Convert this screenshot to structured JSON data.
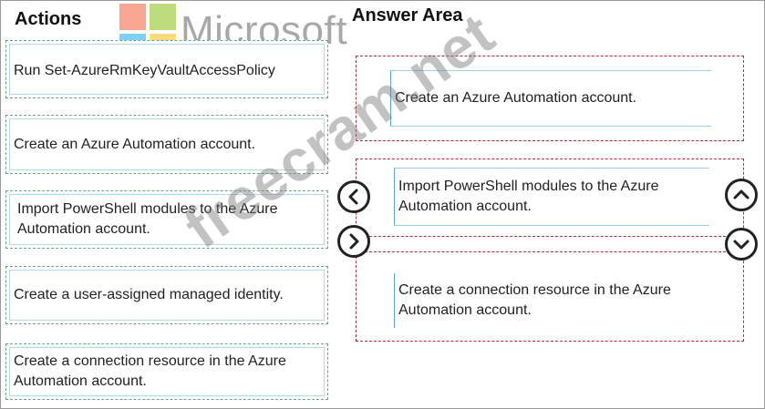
{
  "headings": {
    "actions": "Actions",
    "answer_area": "Answer Area"
  },
  "logo": {
    "text": "Microsoft",
    "colors": [
      "#f25022",
      "#7fba00",
      "#00a4ef",
      "#ffb900"
    ]
  },
  "watermark": "freecram.net",
  "actions": [
    "Run Set-AzureRmKeyVaultAccessPolicy",
    "Create an Azure Automation account.",
    "Import PowerShell modules to the Azure Automation account.",
    "Create a user-assigned managed identity.",
    "Create a connection resource in the Azure Automation account."
  ],
  "answers": [
    "Create an Azure Automation account.",
    "Import PowerShell modules to the Azure Automation account.",
    "Create a connection resource in the Azure Automation account."
  ],
  "controls": {
    "move_left_icon": "chevron-left-icon",
    "move_right_icon": "chevron-right-icon",
    "move_up_icon": "chevron-up-icon",
    "move_down_icon": "chevron-down-icon"
  },
  "colors": {
    "action_border": "#6aa684",
    "drop_zone_border": "#b23232",
    "answer_border": "#5aa8c8"
  }
}
